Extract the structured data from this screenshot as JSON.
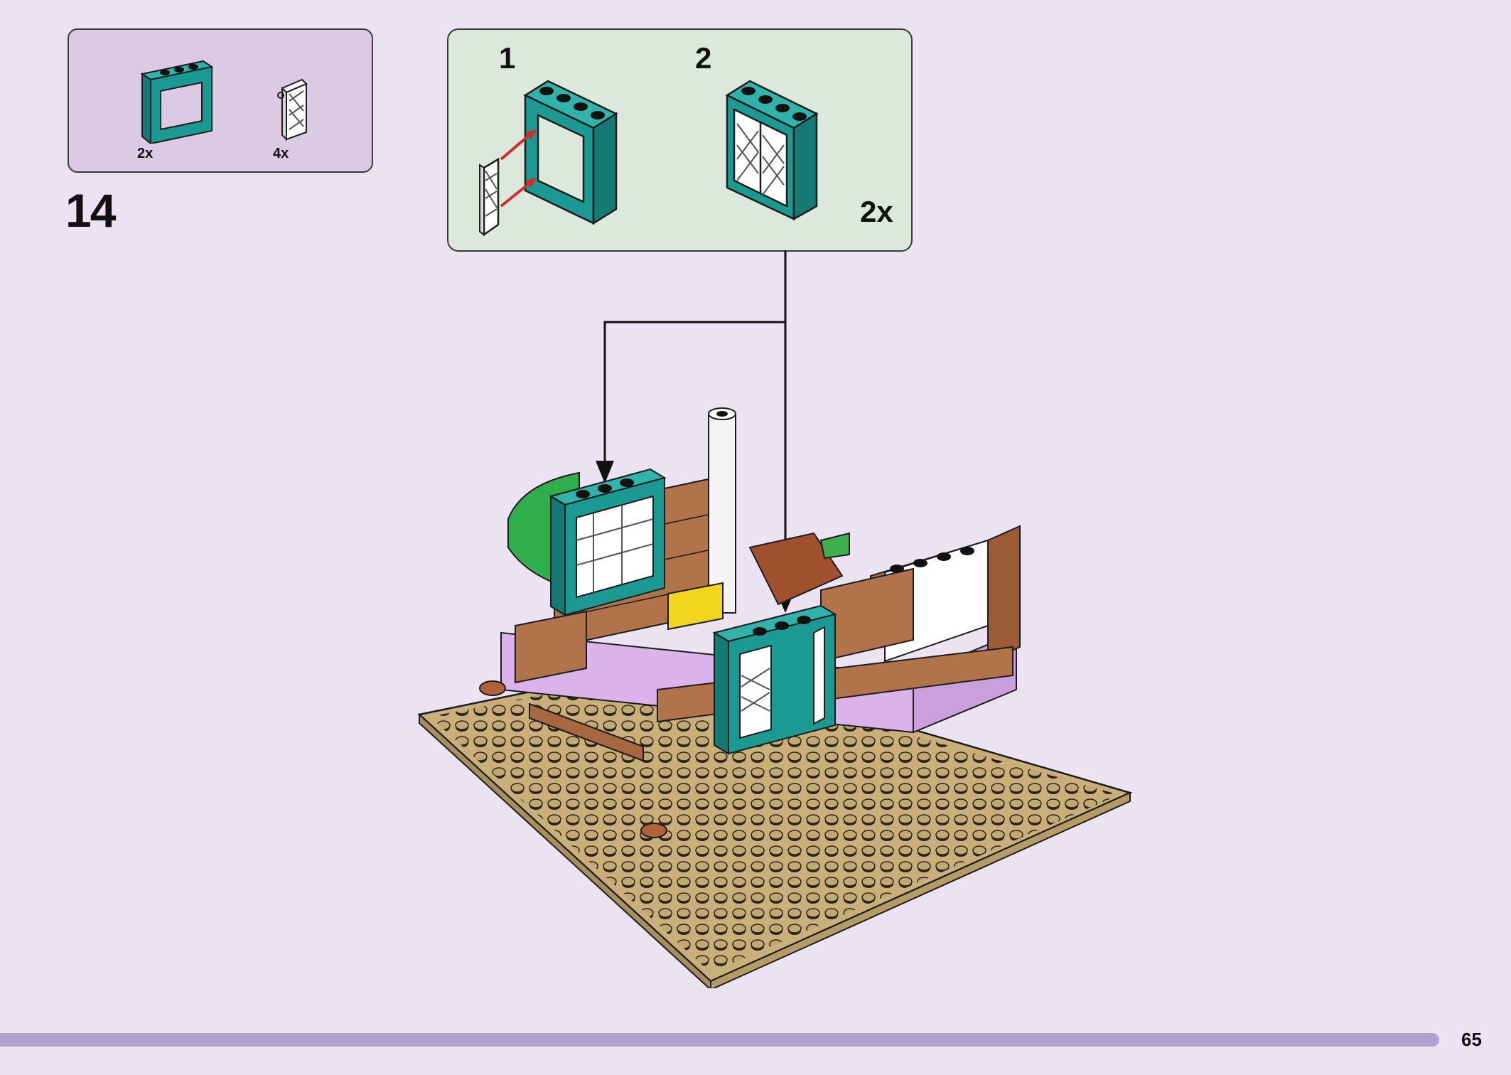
{
  "step": {
    "number": "14"
  },
  "parts_list": [
    {
      "name": "window-frame",
      "quantity": "2x",
      "color": "#1a9a92"
    },
    {
      "name": "lattice-window-pane",
      "quantity": "4x",
      "color": "#ffffff"
    }
  ],
  "substeps": [
    {
      "label": "1"
    },
    {
      "label": "2"
    }
  ],
  "substep_multiplier": "2x",
  "page": {
    "number": "65"
  },
  "colors": {
    "background": "#ebe3f2",
    "parts_box": "#dcc9e4",
    "substep_box": "#dde8dc",
    "footer_bar": "#b3a0d2",
    "teal": "#1a9a92",
    "tan": "#d7c08c",
    "brown": "#b0734a",
    "lavender": "#dab3ea"
  }
}
